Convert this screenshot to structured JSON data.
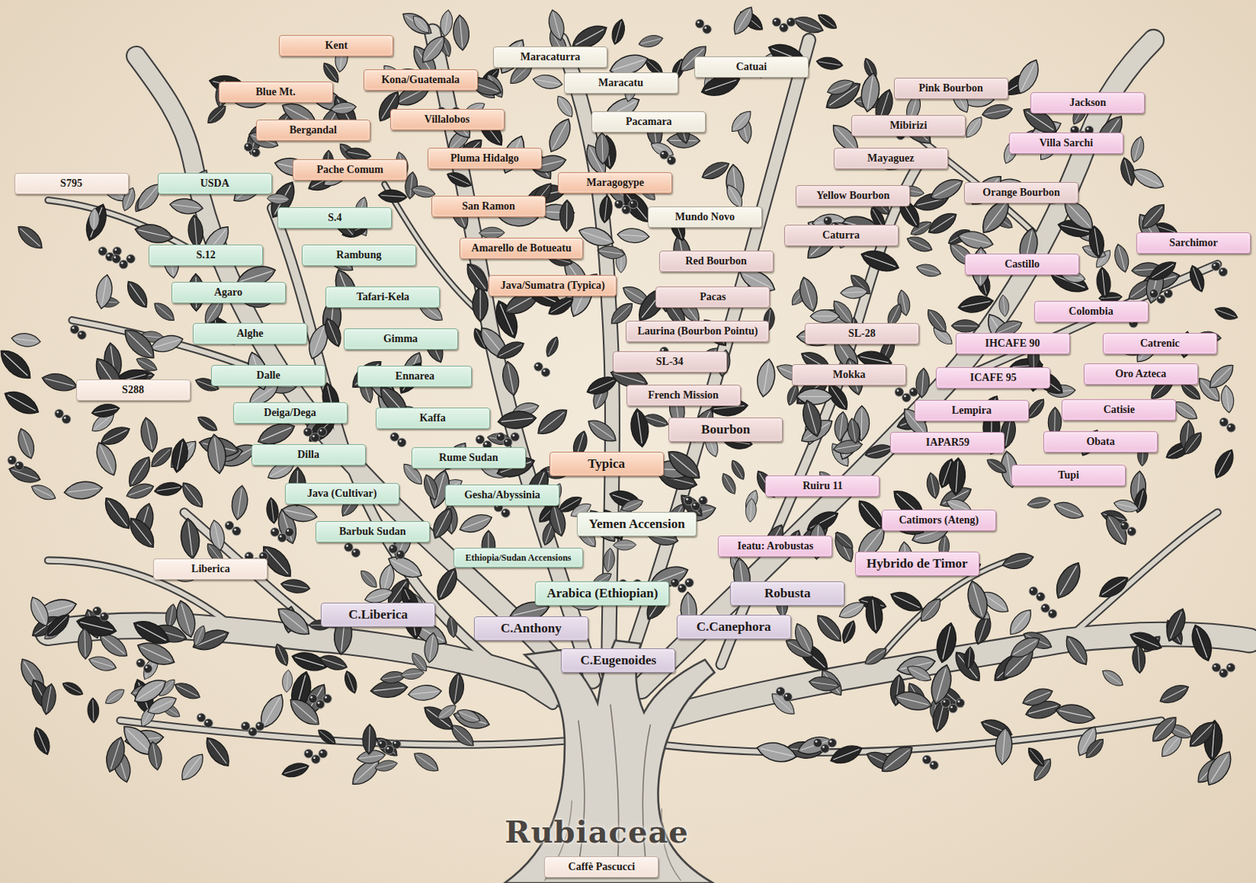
{
  "diagram": {
    "nodes": [
      {
        "text": [
          "Kent"
        ]
      },
      {
        "text": [
          "Blue Mt."
        ]
      },
      {
        "text": [
          "Kona/Guatemala"
        ]
      },
      {
        "text": [
          "Villalobos"
        ]
      },
      {
        "text": [
          "Bergandal"
        ]
      },
      {
        "text": [
          "Pache Comum"
        ]
      },
      {
        "text": [
          "Pluma Hidalgo"
        ]
      },
      {
        "text": [
          "Maragogype"
        ]
      },
      {
        "text": [
          "San Ramon"
        ]
      },
      {
        "text": [
          "Amarello de Botueatu"
        ]
      },
      {
        "text": [
          "Java/Sumatra (Typica)"
        ]
      },
      {
        "text": [
          "Typica"
        ]
      },
      {
        "text": [
          "Maracaturra"
        ]
      },
      {
        "text": [
          "Maracatu"
        ]
      },
      {
        "text": [
          "Catuai"
        ]
      },
      {
        "text": [
          "Pacamara"
        ]
      },
      {
        "text": [
          "Mundo Novo"
        ]
      },
      {
        "text": [
          "S795"
        ]
      },
      {
        "text": [
          "S288"
        ]
      },
      {
        "text": [
          "Liberica"
        ]
      },
      {
        "text": [
          "USDA"
        ]
      },
      {
        "text": [
          "S.4"
        ]
      },
      {
        "text": [
          "S.12"
        ]
      },
      {
        "text": [
          "Rambung"
        ]
      },
      {
        "text": [
          "Agaro"
        ]
      },
      {
        "text": [
          "Tafari-Kela"
        ]
      },
      {
        "text": [
          "Alghe"
        ]
      },
      {
        "text": [
          "Gimma"
        ]
      },
      {
        "text": [
          "Dalle"
        ]
      },
      {
        "text": [
          "Ennarea"
        ]
      },
      {
        "text": [
          "Deiga/Dega"
        ]
      },
      {
        "text": [
          "Kaffa"
        ]
      },
      {
        "text": [
          "Dilla"
        ]
      },
      {
        "text": [
          "Rume Sudan"
        ]
      },
      {
        "text": [
          "Java (Cultivar)"
        ]
      },
      {
        "text": [
          "Gesha/Abyssinia"
        ]
      },
      {
        "text": [
          "Barbuk Sudan"
        ]
      },
      {
        "text": [
          "Ethiopia/Sudan Accensions"
        ]
      },
      {
        "text": [
          "Yemen Accension"
        ]
      },
      {
        "text": [
          "Arabica (Ethiopian)"
        ]
      },
      {
        "text": [
          "Pink Bourbon"
        ]
      },
      {
        "text": [
          "Mibirizi"
        ]
      },
      {
        "text": [
          "Mayaguez"
        ]
      },
      {
        "text": [
          "Yellow Bourbon"
        ]
      },
      {
        "text": [
          "Caturra"
        ]
      },
      {
        "text": [
          "Red Bourbon"
        ]
      },
      {
        "text": [
          "Pacas"
        ]
      },
      {
        "text": [
          "Laurina (Bourbon Pointu)"
        ]
      },
      {
        "text": [
          "SL-34"
        ]
      },
      {
        "text": [
          "French Mission"
        ]
      },
      {
        "text": [
          "Bourbon"
        ]
      },
      {
        "text": [
          "SL-28"
        ]
      },
      {
        "text": [
          "Mokka"
        ]
      },
      {
        "text": [
          "Jackson"
        ]
      },
      {
        "text": [
          "Villa Sarchi"
        ]
      },
      {
        "text": [
          "Orange Bourbon"
        ]
      },
      {
        "text": [
          "Sarchimor"
        ]
      },
      {
        "text": [
          "Castillo"
        ]
      },
      {
        "text": [
          "Colombia"
        ]
      },
      {
        "text": [
          "IHCAFE 90"
        ]
      },
      {
        "text": [
          "Catrenic"
        ]
      },
      {
        "text": [
          "ICAFE 95"
        ]
      },
      {
        "text": [
          "Oro Azteca"
        ]
      },
      {
        "text": [
          "Lempira"
        ]
      },
      {
        "text": [
          "Catisie"
        ]
      },
      {
        "text": [
          "IAPAR59"
        ]
      },
      {
        "text": [
          "Obata"
        ]
      },
      {
        "text": [
          "Ruiru 11"
        ]
      },
      {
        "text": [
          "Tupi"
        ]
      },
      {
        "text": [
          "Catimors (Ateng)"
        ]
      },
      {
        "text": [
          "Ieatu: Arobustas"
        ]
      },
      {
        "text": [
          "Hybrido de Timor"
        ]
      },
      {
        "text": [
          "Robusta"
        ]
      },
      {
        "text": [
          "C.Liberica"
        ]
      },
      {
        "text": [
          "C.Anthony"
        ]
      },
      {
        "text": [
          "C.Canephora"
        ]
      },
      {
        "text": [
          "C.Eugenoides"
        ]
      },
      {
        "text": [
          "Caffè Pascucci"
        ]
      }
    ],
    "labels": [
      "Rubiaceae"
    ]
  }
}
